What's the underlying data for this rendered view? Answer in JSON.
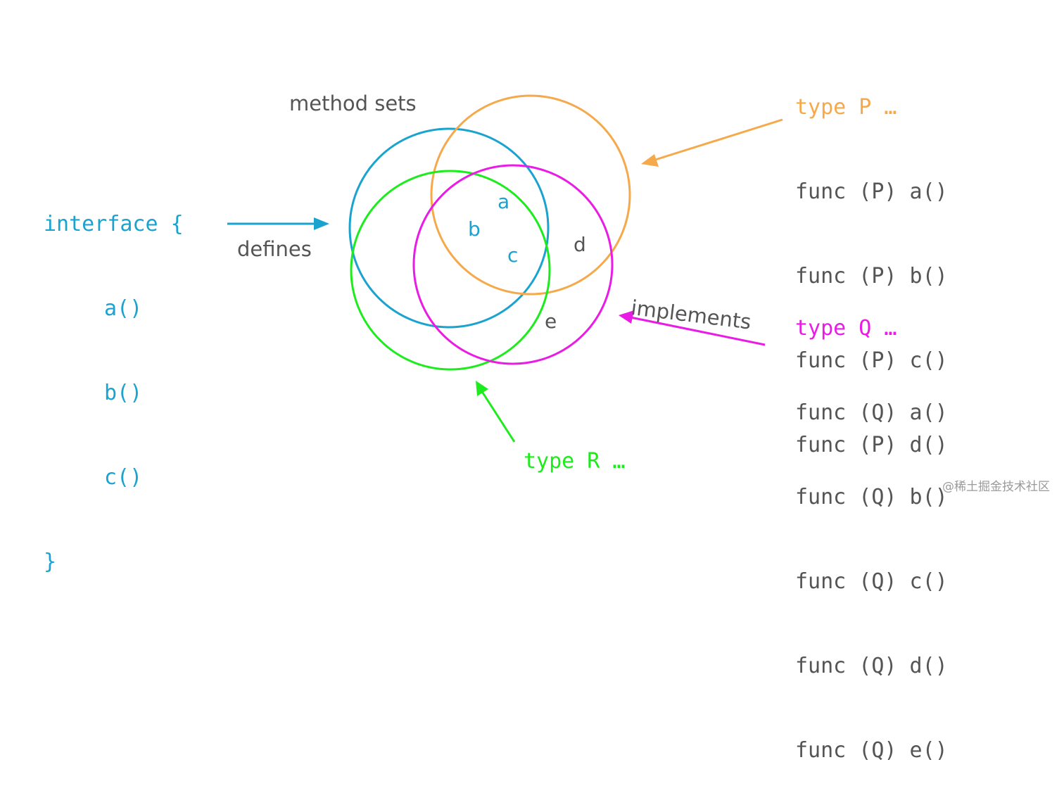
{
  "colors": {
    "interface": "#1aa3cf",
    "type_p": "#f5a94a",
    "type_q": "#ea1be5",
    "type_r": "#1dec1c",
    "text": "#555555"
  },
  "interface_block": {
    "open": "interface {",
    "methods": [
      "a()",
      "b()",
      "c()"
    ],
    "close": "}"
  },
  "labels": {
    "method_sets": "method sets",
    "defines": "defines",
    "implements": "implements"
  },
  "set_letters": {
    "a": "a",
    "b": "b",
    "c": "c",
    "d": "d",
    "e": "e"
  },
  "type_p": {
    "title": "type P …",
    "funcs": [
      "func (P) a()",
      "func (P) b()",
      "func (P) c()",
      "func (P) d()"
    ]
  },
  "type_q": {
    "title": "type Q …",
    "funcs": [
      "func (Q) a()",
      "func (Q) b()",
      "func (Q) c()",
      "func (Q) d()",
      "func (Q) e()"
    ]
  },
  "type_r": {
    "title": "type R …"
  },
  "watermark": "@稀土掘金技术社区"
}
